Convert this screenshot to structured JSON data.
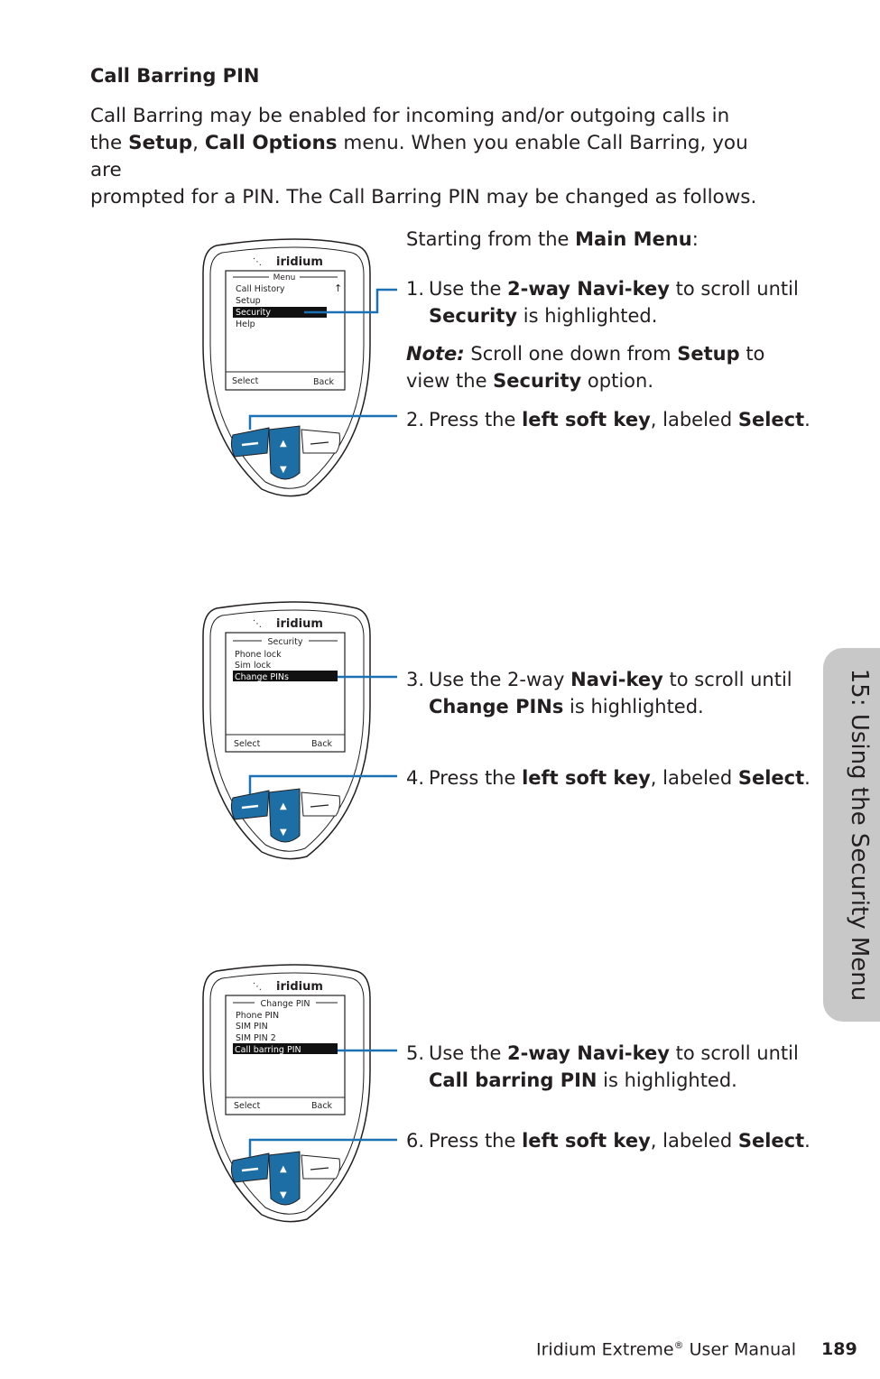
{
  "heading": "Call Barring PIN",
  "intro": {
    "l1": "Call Barring may be enabled for incoming and/or outgoing calls in",
    "l2a": "the ",
    "l2b": "Setup",
    "l2c": ", ",
    "l2d": "Call Options",
    "l2e": " menu. When you enable Call Barring, you are",
    "l3": "prompted for a PIN. The Call Barring PIN may be changed as follows."
  },
  "starting": {
    "a": "Starting from the ",
    "b": "Main Menu",
    "c": ":"
  },
  "steps": {
    "s1": {
      "num": "1.",
      "a": "Use the ",
      "b": "2-way Navi-key",
      "c": " to scroll until",
      "d": "Security",
      "e": " is highlighted."
    },
    "note": {
      "a": "Note:",
      "b": " Scroll one down from ",
      "c": "Setup",
      "d": " to",
      "e": "view the ",
      "f": "Security",
      "g": " option."
    },
    "s2": {
      "num": "2.",
      "a": "Press the ",
      "b": "left soft key",
      "c": ", labeled ",
      "d": "Select",
      "e": "."
    },
    "s3": {
      "num": "3.",
      "a": "Use the 2-way ",
      "b": "Navi-key",
      "c": " to scroll until",
      "d": "Change PINs",
      "e": " is highlighted."
    },
    "s4": {
      "num": "4.",
      "a": "Press the ",
      "b": "left soft key",
      "c": ", labeled ",
      "d": "Select",
      "e": "."
    },
    "s5": {
      "num": "5.",
      "a": "Use the ",
      "b": "2-way Navi-key",
      "c": " to scroll until",
      "d": "Call barring PIN",
      "e": " is highlighted."
    },
    "s6": {
      "num": "6.",
      "a": "Press the ",
      "b": "left soft key",
      "c": ", labeled ",
      "d": "Select",
      "e": "."
    }
  },
  "phones": {
    "brand": "iridium",
    "p1": {
      "title": "Menu",
      "items": [
        "Call History",
        "Setup",
        "Security",
        "Help"
      ],
      "highlighted": "Security",
      "left": "Select",
      "right": "Back"
    },
    "p2": {
      "title": "Security",
      "items": [
        "Phone lock",
        "Sim lock",
        "Change PINs"
      ],
      "highlighted": "Change PINs",
      "left": "Select",
      "right": "Back"
    },
    "p3": {
      "title": "Change PIN",
      "items": [
        "Phone PIN",
        "SIM PIN",
        "SIM PIN 2",
        "Call barring PIN"
      ],
      "highlighted": "Call barring PIN",
      "left": "Select",
      "right": "Back"
    }
  },
  "side_tab": "15: Using the Security Menu",
  "footer": {
    "manual": "Iridium Extreme",
    "reg": "®",
    "manual2": " User Manual",
    "page": "189"
  },
  "colors": {
    "accent": "#1a72b5",
    "key_blue": "#1e6ea6",
    "tab_gray": "#c8c8c8"
  }
}
